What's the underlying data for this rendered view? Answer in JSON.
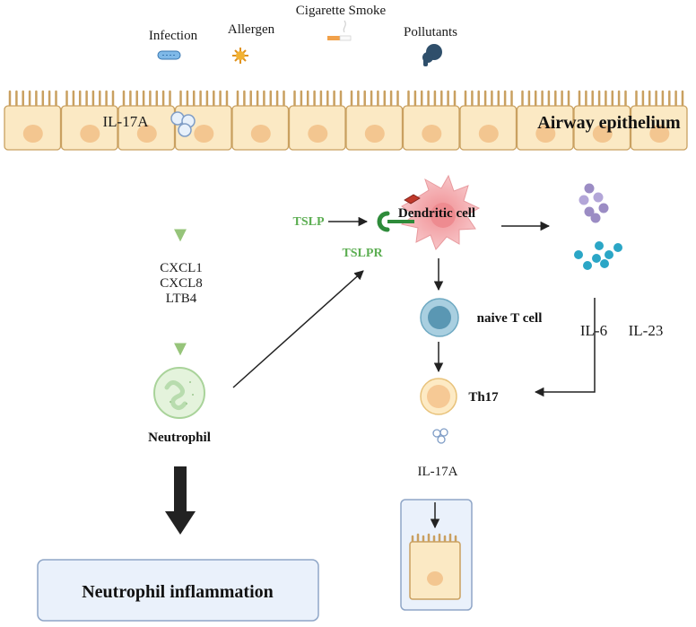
{
  "triggers": {
    "infection": "Infection",
    "allergen": "Allergen",
    "smoke": "Cigarette Smoke",
    "pollutants": "Pollutants"
  },
  "epithelium": {
    "title": "Airway epithelium",
    "il17a": "IL-17A"
  },
  "chemokines": [
    "CXCL1",
    "CXCL8",
    "LTB4"
  ],
  "neutrophil": "Neutrophil",
  "outcome": "Neutrophil inflammation",
  "tslp": "TSLP",
  "tslpr": "TSLPR",
  "dendritic": "Dendritic cell",
  "naive_t": "naive T cell",
  "th17": "Th17",
  "il17a_secreted": "IL-17A",
  "cytokines": {
    "il6": "IL-6",
    "il23": "IL-23"
  },
  "colors": {
    "epithelium_fill": "#fbe9c4",
    "epithelium_stroke": "#c9a060",
    "nucleus": "#f3c690",
    "green_arrow": "#96c47a",
    "green_label": "#5cae52",
    "dendritic": "#f6b8bc",
    "naive_t": "#8fbfd4",
    "th17": "#fbd89a",
    "purple_dots": "#9b8cc4",
    "teal_dots": "#2ba6c6",
    "box_fill": "#eaf1fb",
    "box_stroke": "#8fa6c7"
  }
}
